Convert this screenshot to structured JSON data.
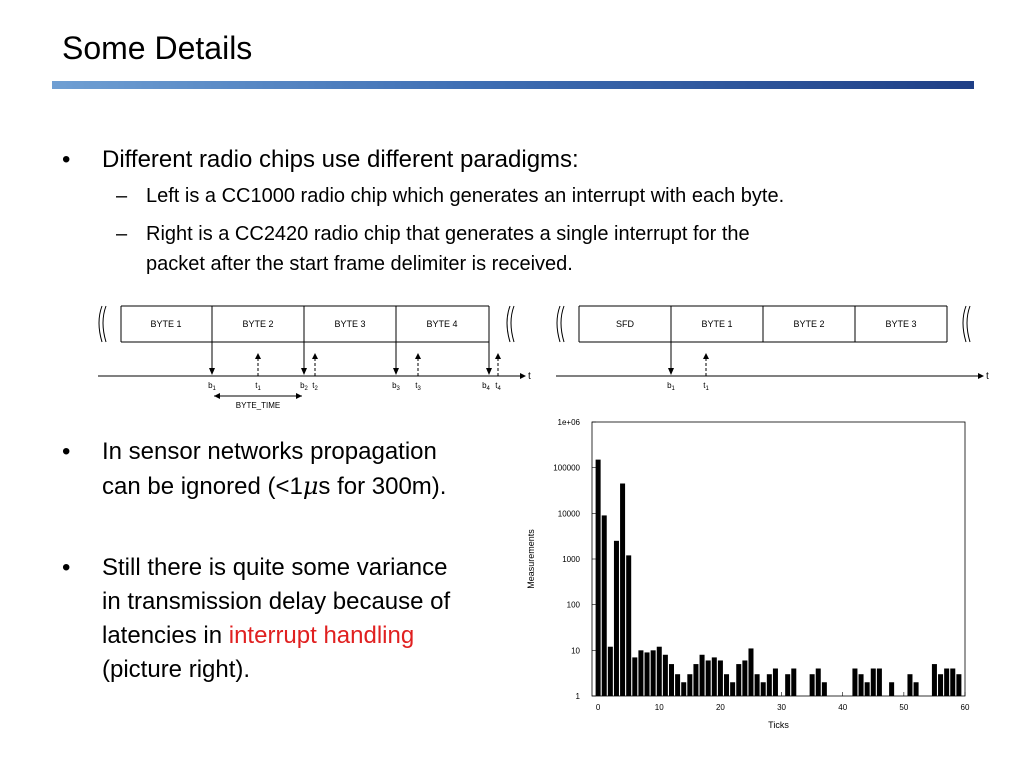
{
  "slide": {
    "title": "Some Details",
    "bullets": [
      {
        "text": "Different radio chips use different paradigms:"
      },
      {
        "text": "In sensor networks propagation",
        "line2_pre": "can be ignored (<1",
        "line2_mu": "μ",
        "line2_post": "s for 300m)."
      },
      {
        "line1": "Still there is quite some variance",
        "line2": "in transmission delay because of",
        "line3_pre": "latencies in ",
        "line3_highlight": "interrupt handling",
        "line4": "(picture right)."
      }
    ],
    "subbullets": [
      {
        "text": "Left is a CC1000 radio chip which generates an interrupt with each byte."
      },
      {
        "line1": "Right is a CC2420 radio chip that generates a single interrupt for the",
        "line2": "packet after the start frame delimiter is received."
      }
    ],
    "bullet_symbol": "•",
    "dash_symbol": "–",
    "highlight_color": "#e02020"
  },
  "diagram_left": {
    "boxes": [
      "BYTE 1",
      "BYTE 2",
      "BYTE 3",
      "BYTE 4"
    ],
    "axis_label": "t",
    "markers": [
      "b1",
      "t1",
      "b2",
      "t2",
      "b3",
      "t3",
      "b4",
      "t4"
    ],
    "span_label": "BYTE_TIME"
  },
  "diagram_right": {
    "boxes": [
      "SFD",
      "BYTE 1",
      "BYTE 2",
      "BYTE 3"
    ],
    "axis_label": "t",
    "markers": [
      "b1",
      "t1"
    ]
  },
  "chart_data": {
    "type": "bar",
    "xlabel": "Ticks",
    "ylabel": "Measurements",
    "y_scale": "log",
    "ylim": [
      1,
      1000000
    ],
    "xlim": [
      -1,
      60
    ],
    "yticks": [
      1,
      10,
      100,
      1000,
      10000,
      100000,
      1000000
    ],
    "ytick_labels": [
      "1",
      "10",
      "100",
      "1000",
      "10000",
      "100000",
      "1e+06"
    ],
    "xticks": [
      0,
      10,
      20,
      30,
      40,
      50,
      60
    ],
    "x": [
      0,
      1,
      2,
      3,
      4,
      5,
      6,
      7,
      8,
      9,
      10,
      11,
      12,
      13,
      14,
      15,
      16,
      17,
      18,
      19,
      20,
      21,
      22,
      23,
      24,
      25,
      26,
      27,
      28,
      29,
      30,
      31,
      32,
      33,
      34,
      35,
      36,
      37,
      38,
      39,
      40,
      41,
      42,
      43,
      44,
      45,
      46,
      47,
      48,
      49,
      50,
      51,
      52,
      53,
      54,
      55,
      56,
      57,
      58,
      59
    ],
    "values": [
      150000,
      9000,
      12,
      2500,
      45000,
      1200,
      7,
      10,
      9,
      10,
      12,
      8,
      5,
      3,
      2,
      3,
      5,
      8,
      6,
      7,
      6,
      3,
      2,
      5,
      6,
      11,
      3,
      2,
      3,
      4,
      1,
      3,
      4,
      1,
      1,
      3,
      4,
      2,
      1,
      1,
      1,
      1,
      4,
      3,
      2,
      4,
      4,
      1,
      2,
      1,
      1,
      3,
      2,
      1,
      1,
      5,
      3,
      4,
      4,
      3
    ],
    "bar_color": "#000000",
    "grid": false
  }
}
